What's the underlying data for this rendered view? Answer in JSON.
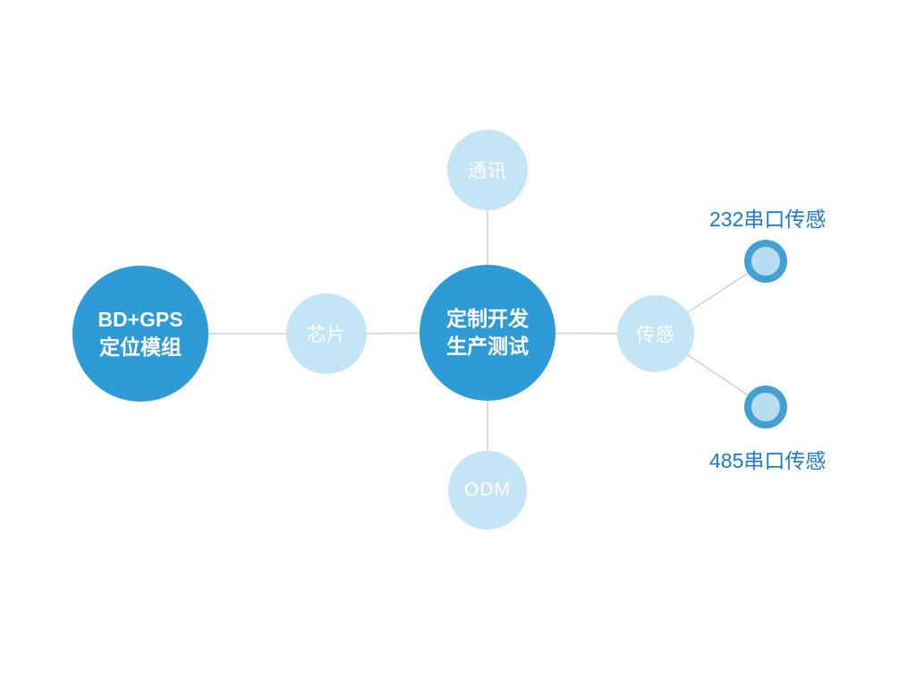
{
  "diagram": {
    "colors": {
      "primary_circle": "#2e9bd6",
      "secondary_circle": "#c3e5f6",
      "ring_border": "#45a0d2",
      "ring_fill": "#b9ddf0",
      "side_label_text": "#1a7ad0",
      "connector_line": "#cdd2d6",
      "node_text": "#ffffff",
      "background": "#ffffff"
    },
    "nodes": {
      "left": {
        "line1": "BD+GPS",
        "line2": "定位模组"
      },
      "chip": {
        "label": "芯片"
      },
      "center": {
        "line1": "定制开发",
        "line2": "生产测试"
      },
      "comm": {
        "label": "通讯"
      },
      "odm": {
        "label": "ODM"
      },
      "sensor": {
        "label": "传感"
      }
    },
    "side_labels": {
      "top": "232串口传感",
      "bottom": "485串口传感"
    }
  }
}
